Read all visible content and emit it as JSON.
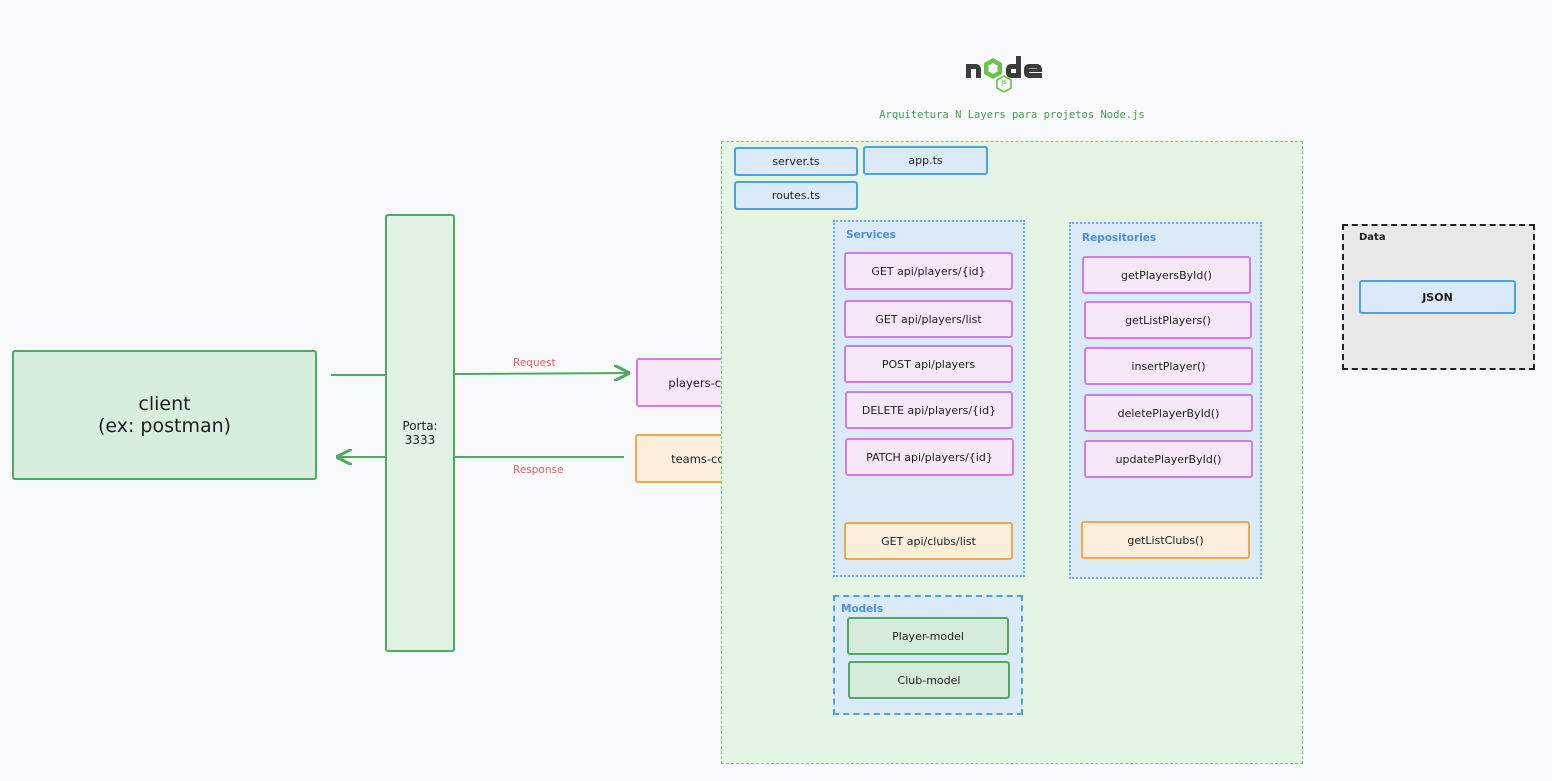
{
  "header": {
    "logo": {
      "word": "node",
      "badge": "js"
    },
    "subtitle": "Arquitetura N Layers para projetos Node.js"
  },
  "client": {
    "line1": "client",
    "line2": "(ex: postman)"
  },
  "port": {
    "line1": "Porta:",
    "line2": "3333"
  },
  "arrows": {
    "request": "Request",
    "response": "Response"
  },
  "controllers": {
    "players": "players-controller",
    "teams": "teams-controller"
  },
  "root_files": {
    "server": "server.ts",
    "app": "app.ts",
    "routes": "routes.ts"
  },
  "services": {
    "label": "Services",
    "items": [
      "GET api/players/{id}",
      "GET api/players/list",
      "POST api/players",
      "DELETE api/players/{id}",
      "PATCH api/players/{id}"
    ],
    "clubs": "GET api/clubs/list"
  },
  "repositories": {
    "label": "Repositories",
    "items": [
      "getPlayersById()",
      "getListPlayers()",
      "insertPlayer()",
      "deletePlayerById()",
      "updatePlayerById()"
    ],
    "clubs": "getListClubs()"
  },
  "models": {
    "label": "Models",
    "items": [
      "Player-model",
      "Club-model"
    ]
  },
  "data_store": {
    "label": "Data",
    "item": "JSON"
  },
  "colors": {
    "accent_green": "#50a962",
    "accent_blue": "#4aa3e0",
    "accent_pink": "#d57be3",
    "accent_orange": "#f0a94a",
    "arrow_label": "#e0606a"
  }
}
